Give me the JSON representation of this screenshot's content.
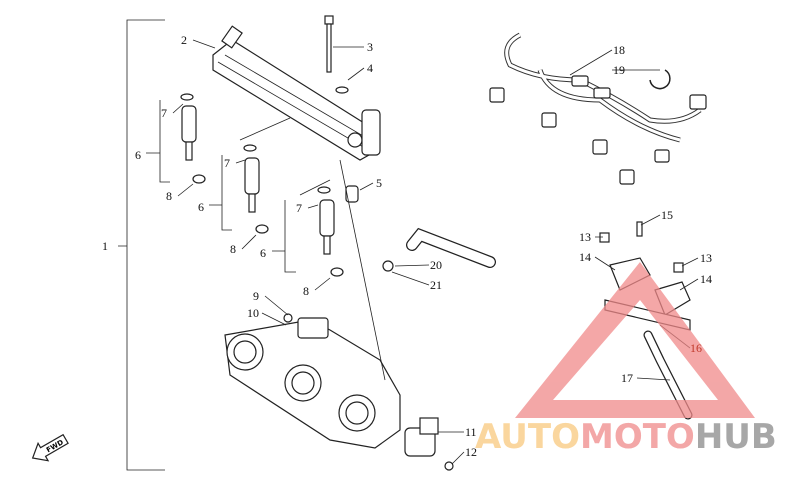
{
  "diagram": {
    "callouts": [
      "1",
      "2",
      "3",
      "4",
      "5",
      "6",
      "7",
      "8",
      "9",
      "10",
      "11",
      "12",
      "13",
      "14",
      "15",
      "16",
      "17",
      "18",
      "19",
      "20",
      "21"
    ],
    "fwd_label": "FWD",
    "watermark": {
      "auto": "AUTO",
      "moto": "MOTO",
      "hub": "HUB",
      "colors": {
        "auto": "#f9c97e",
        "moto": "#f08a8a",
        "hub": "#8a8a8a",
        "triangle": "#f08a8a"
      }
    }
  }
}
